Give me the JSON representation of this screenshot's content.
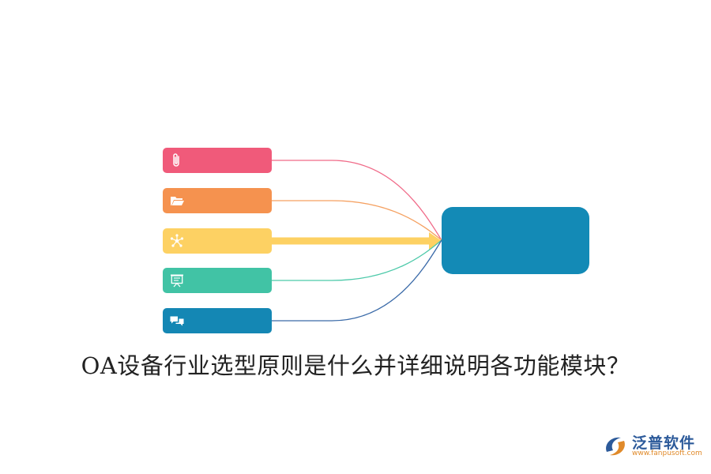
{
  "title": "OA设备行业选型原则是什么并详细说明各功能模块？",
  "nodes": [
    {
      "icon": "paperclip-icon",
      "color": "#f05a7a",
      "connector_color": "#f06a88"
    },
    {
      "icon": "folder-icon",
      "color": "#f5924f",
      "connector_color": "#f5a060"
    },
    {
      "icon": "network-icon",
      "color": "#fdd163",
      "connector_color": "#fdd163"
    },
    {
      "icon": "presentation-icon",
      "color": "#41c3a5",
      "connector_color": "#4cc9a9"
    },
    {
      "icon": "chat-icon",
      "color": "#1487b4",
      "connector_color": "#3a6aa8"
    }
  ],
  "target_color": "#138ab6",
  "highlighted_node": 2,
  "logo": {
    "name": "泛普软件",
    "url": "www.fanpusoft.com",
    "colors": {
      "primary": "#2c5a9a",
      "secondary": "#e08a2a"
    }
  }
}
